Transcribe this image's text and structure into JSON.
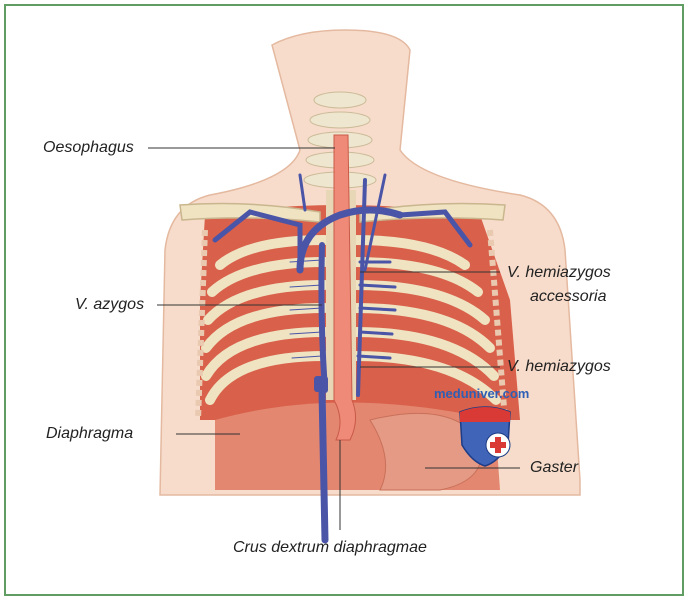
{
  "labels": {
    "oesophagus": "Oesophagus",
    "azygos": "V. azygos",
    "hemiazygos_accessoria_1": "V. hemiazygos",
    "hemiazygos_accessoria_2": "accessoria",
    "hemiazygos": "V. hemiazygos",
    "diaphragma": "Diaphragma",
    "gaster": "Gaster",
    "crus": "Crus dextrum diaphragmae"
  },
  "watermark": "meduniver.com",
  "colors": {
    "frame": "#5f9d62",
    "vein": "#4a55a8",
    "muscle": "#d9604a",
    "skin": "#f6d8c4",
    "bone": "#efe3c2"
  }
}
